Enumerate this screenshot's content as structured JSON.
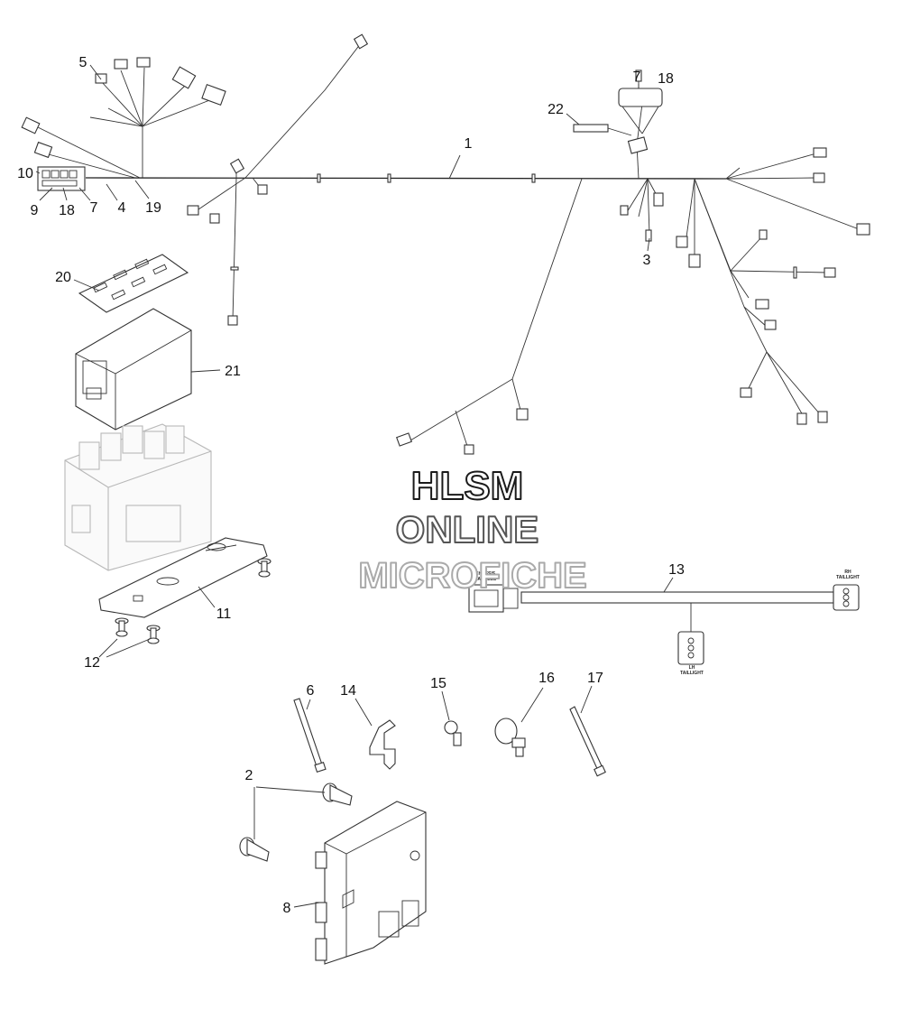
{
  "watermark": {
    "line1": "HLSM",
    "line2": "ONLINE",
    "line3": "MICROFICHE"
  },
  "callouts": {
    "c1": "1",
    "c2": "2",
    "c3": "3",
    "c4": "4",
    "c5": "5",
    "c6": "6",
    "c7a": "7",
    "c7b": "7",
    "c8": "8",
    "c9": "9",
    "c10": "10",
    "c11": "11",
    "c12": "12",
    "c13": "13",
    "c14": "14",
    "c15": "15",
    "c16": "16",
    "c17": "17",
    "c18a": "18",
    "c18b": "18",
    "c19": "19",
    "c20": "20",
    "c21": "21",
    "c22": "22"
  },
  "harness_labels": {
    "chassis": "CHASSIS",
    "harness": "HARNESS",
    "rh_1": "RH",
    "rh_2": "TAILLIGHT",
    "lh_1": "LH",
    "lh_2": "TAILLIGHT"
  },
  "colors": {
    "line": "#222222",
    "ghost": "#b8b8b8",
    "watermark_dark": "#1a1a1a",
    "watermark_mid": "#555555",
    "watermark_light": "#aaaaaa"
  }
}
